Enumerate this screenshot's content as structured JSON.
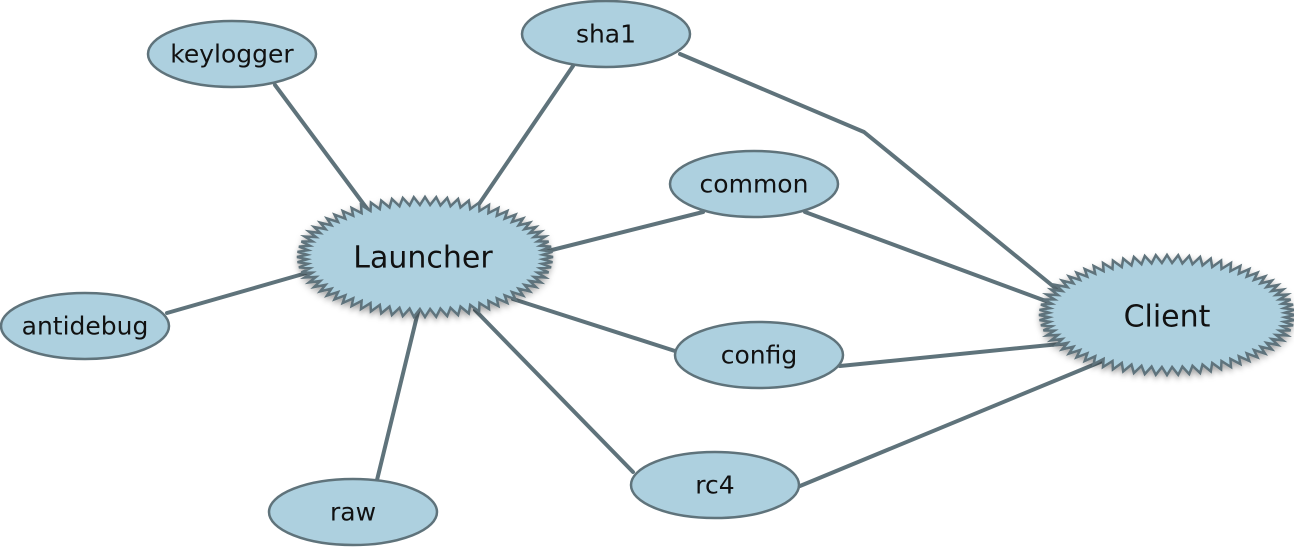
{
  "nodes": {
    "launcher": "Launcher",
    "client": "Client",
    "keylogger": "keylogger",
    "sha1": "sha1",
    "common": "common",
    "antidebug": "antidebug",
    "config": "config",
    "raw": "raw",
    "rc4": "rc4"
  },
  "edges": [
    [
      "launcher",
      "keylogger"
    ],
    [
      "launcher",
      "sha1"
    ],
    [
      "launcher",
      "common"
    ],
    [
      "launcher",
      "antidebug"
    ],
    [
      "launcher",
      "config"
    ],
    [
      "launcher",
      "raw"
    ],
    [
      "launcher",
      "rc4"
    ],
    [
      "sha1",
      "client"
    ],
    [
      "common",
      "client"
    ],
    [
      "config",
      "client"
    ],
    [
      "rc4",
      "client"
    ]
  ],
  "colors": {
    "node_fill": "#add0df",
    "node_stroke": "#5f737b",
    "edge": "#5f737b"
  }
}
